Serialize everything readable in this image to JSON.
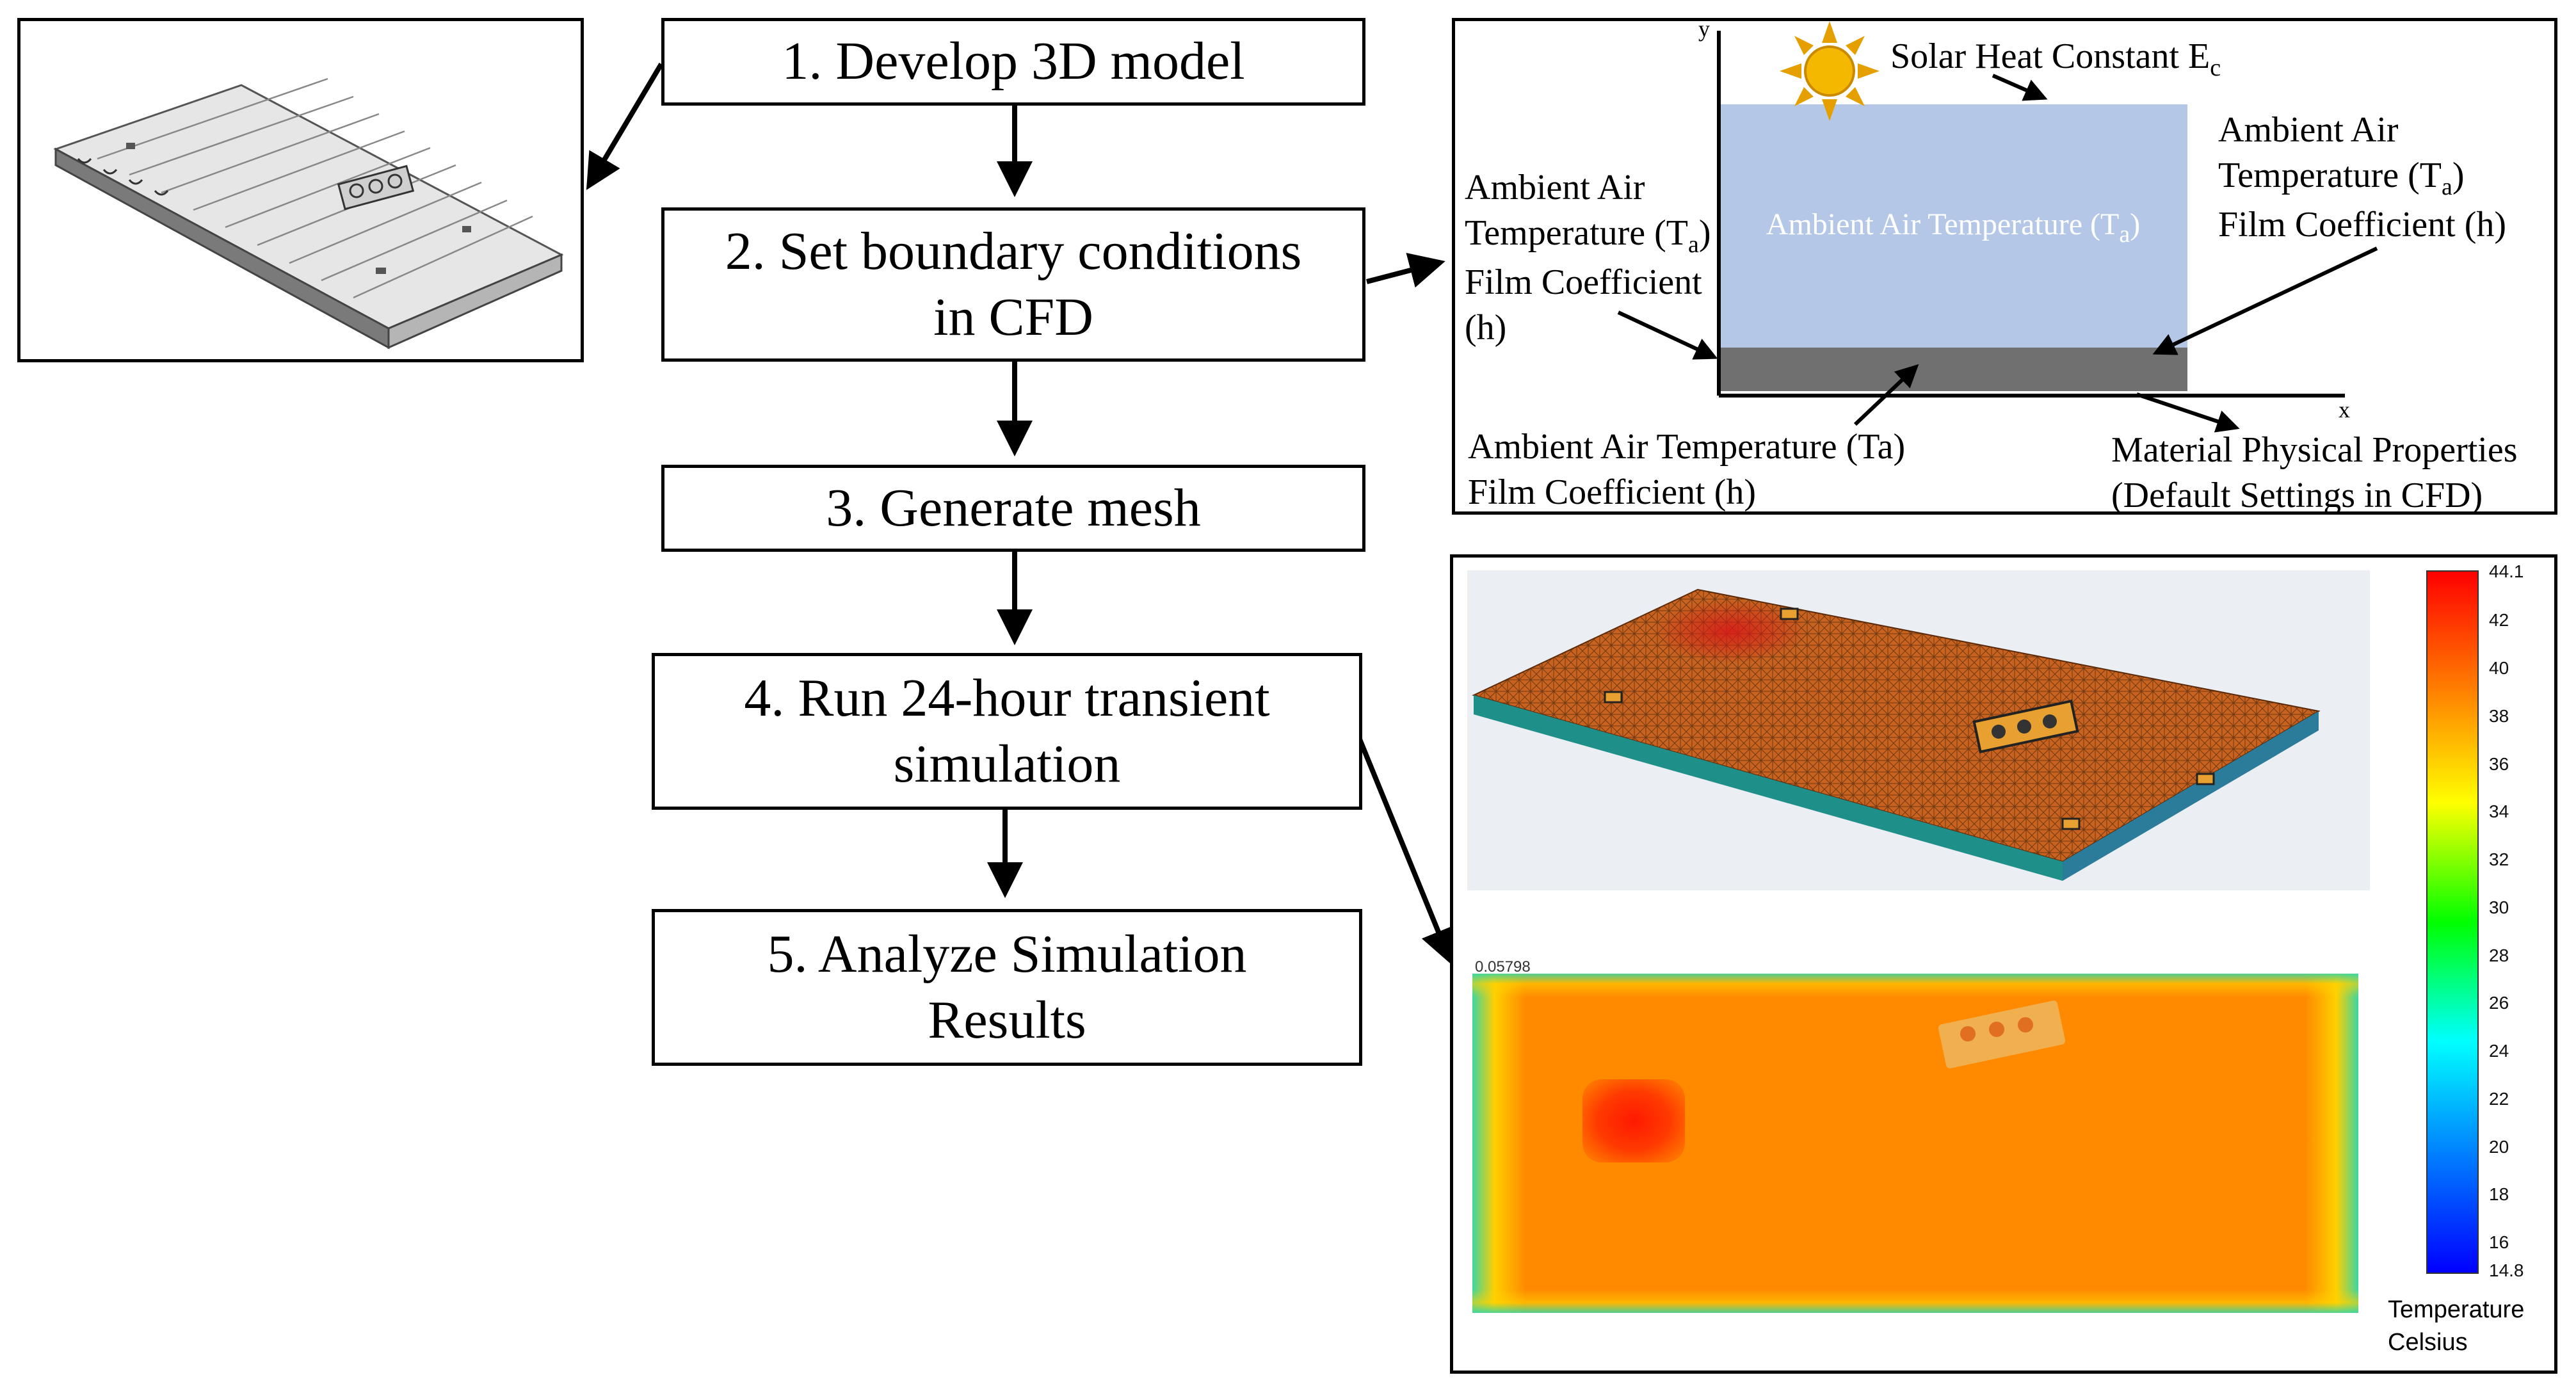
{
  "steps": [
    {
      "label": "1.   Develop 3D model"
    },
    {
      "label": "2. Set boundary conditions\nin CFD"
    },
    {
      "label": "3. Generate mesh"
    },
    {
      "label": "4. Run 24-hour transient\nsimulation"
    },
    {
      "label": "5. Analyze Simulation\nResults"
    }
  ],
  "boundary_panel": {
    "axis_y": "y",
    "axis_x": "x",
    "solar": {
      "text": "Solar Heat Constant E",
      "sub": "c"
    },
    "center": {
      "text": "Ambient Air Temperature (T",
      "sub": "a",
      "close": ")"
    },
    "left": {
      "l1": "Ambient Air",
      "l2a": "Temperature (T",
      "l2sub": "a",
      "l2b": ")",
      "l3": "Film Coefficient",
      "l4": "(h)"
    },
    "right": {
      "l1": "Ambient Air",
      "l2a": "Temperature (T",
      "l2sub": "a",
      "l2b": ")",
      "l3": "Film Coefficient (h)"
    },
    "bottom_left": {
      "l1": "Ambient Air Temperature (Ta)",
      "l2": "Film Coefficient (h)"
    },
    "bottom_right": {
      "l1": "Material Physical Properties",
      "l2": "(Default Settings in CFD)"
    }
  },
  "results_panel": {
    "colorbar": {
      "max": "44.1",
      "min": "14.8",
      "ticks": [
        "42",
        "40",
        "38",
        "36",
        "34",
        "32",
        "30",
        "28",
        "26",
        "24",
        "22",
        "20",
        "18",
        "16"
      ],
      "unit_l1": "Temperature",
      "unit_l2": "Celsius",
      "colors": [
        "#ff0000",
        "#ff8000",
        "#ffff00",
        "#00ff00",
        "#00ffff",
        "#0080ff",
        "#0000ff"
      ]
    },
    "plan_corner_label": "0.05798"
  }
}
